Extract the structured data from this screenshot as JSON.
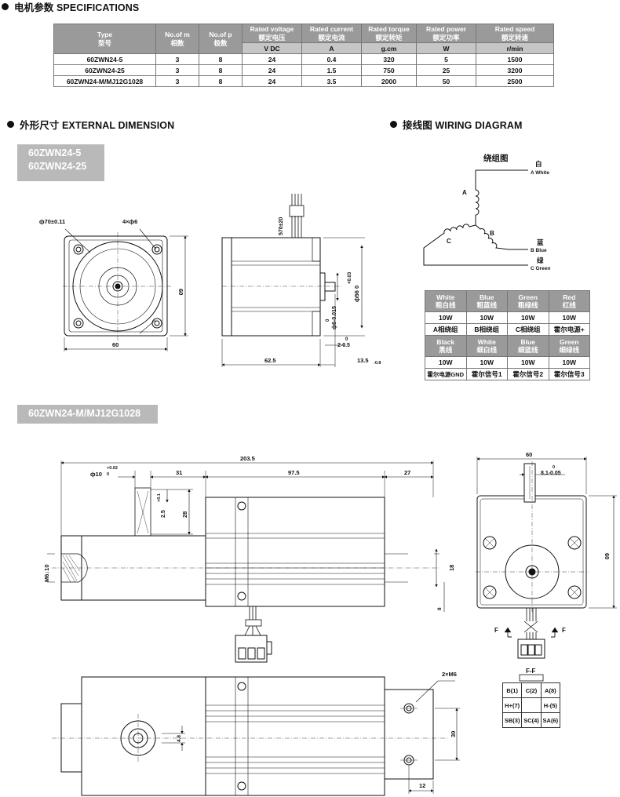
{
  "sections": {
    "spec": "电机参数 SPECIFICATIONS",
    "external": "外形尺寸 EXTERNAL DIMENSION",
    "wiring": "接线图 WIRING DIAGRAM"
  },
  "spec_table": {
    "headers": [
      [
        "Type",
        "型号"
      ],
      [
        "No.of m",
        "相数"
      ],
      [
        "No.of p",
        "极数"
      ],
      [
        "Rated voltage",
        "额定电压"
      ],
      [
        "Rated current",
        "额定电流"
      ],
      [
        "Rated torque",
        "额定转矩"
      ],
      [
        "Rated power",
        "额定功率"
      ],
      [
        "Rated speed",
        "额定转速"
      ]
    ],
    "units": [
      "V DC",
      "A",
      "g.cm",
      "W",
      "r/min"
    ],
    "rows": [
      [
        "60ZWN24-5",
        "3",
        "8",
        "24",
        "0.4",
        "320",
        "5",
        "1500"
      ],
      [
        "60ZWN24-25",
        "3",
        "8",
        "24",
        "1.5",
        "750",
        "25",
        "3200"
      ],
      [
        "60ZWN24-M/MJ12G1028",
        "3",
        "8",
        "24",
        "3.5",
        "2000",
        "50",
        "2500"
      ]
    ]
  },
  "banners": {
    "models1_a": "60ZWN24-5",
    "models1_b": "60ZWN24-25",
    "models2": "60ZWN24-M/MJ12G1028"
  },
  "wiring": {
    "title": "绕组图",
    "white_cn": "白",
    "white_en": "A White",
    "blue_cn": "蓝",
    "blue_en": "B Blue",
    "green_cn": "绿",
    "green_en": "C Green",
    "coil_a": "A",
    "coil_b": "B",
    "coil_c": "C"
  },
  "wire_table": {
    "group1_head": [
      [
        "White",
        "粗白线"
      ],
      [
        "Blue",
        "粗蓝线"
      ],
      [
        "Green",
        "粗绿线"
      ],
      [
        "Red",
        "红线"
      ]
    ],
    "group1_power": [
      "10W",
      "10W",
      "10W",
      "10W"
    ],
    "group1_func": [
      "A相绕组",
      "B相绕组",
      "C相绕组",
      "霍尔电源+"
    ],
    "group2_head": [
      [
        "Black",
        "黑线"
      ],
      [
        "White",
        "细白线"
      ],
      [
        "Blue",
        "细蓝线"
      ],
      [
        "Green",
        "细绿线"
      ]
    ],
    "group2_power": [
      "10W",
      "10W",
      "10W",
      "10W"
    ],
    "group2_func": [
      "霍尔电源GND",
      "霍尔信号1",
      "霍尔信号2",
      "霍尔信号3"
    ]
  },
  "dim_motor1": {
    "flange_dia": "ф70±0.11",
    "holes": "4×ф6",
    "width": "60",
    "height": "60",
    "wire_len": "570±20",
    "shaft_dia_tol": "0",
    "shaft_dia": "ф6-0.015",
    "pilot_tol": "+0.03",
    "pilot_dia": "ф56 0",
    "pilot_len_tol": "0",
    "pilot_len": "2-0.5",
    "body_len": "62.5",
    "shaft_len": "13.5",
    "shaft_len_tol": "-0.8"
  },
  "dim_motor2": {
    "total_len": "203.5",
    "shaft_dia": "ф10",
    "shaft_dia_tol": "+0.02",
    "shaft_dia_tol2": "0",
    "gear_len": "31",
    "body_len": "97.5",
    "tail_len": "27",
    "key_a": "2.5",
    "key_tol": "+0.1",
    "key_b": "28",
    "thread": "M6↓10",
    "side_a": "18",
    "side_b": "8",
    "end_width": "60",
    "end_height": "60",
    "end_shaft_tol": "0",
    "end_shaft": "8.1-0.05",
    "section_marker": "F",
    "section_title": "F-F",
    "holes": "2×M6",
    "hole_pitch": "30",
    "hole_edge": "12",
    "center_off": "4.8"
  },
  "pin_table": [
    [
      "B(1)",
      "C(2)",
      "A(8)"
    ],
    [
      "H+(7)",
      "",
      "H-(5)"
    ],
    [
      "SB(3)",
      "SC(4)",
      "SA(6)"
    ]
  ]
}
